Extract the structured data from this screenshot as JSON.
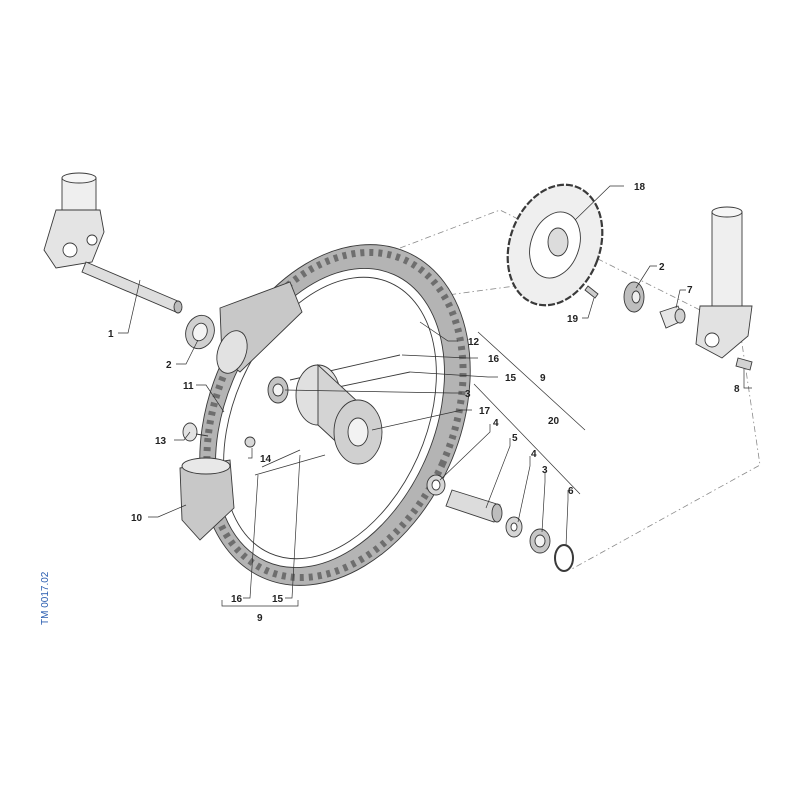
{
  "drawing": {
    "code": "TM 0017.02",
    "callouts": [
      {
        "id": "c1",
        "text": "1"
      },
      {
        "id": "c2a",
        "text": "2"
      },
      {
        "id": "c2b",
        "text": "2"
      },
      {
        "id": "c3a",
        "text": "3"
      },
      {
        "id": "c3b",
        "text": "3"
      },
      {
        "id": "c4a",
        "text": "4"
      },
      {
        "id": "c4b",
        "text": "4"
      },
      {
        "id": "c5",
        "text": "5"
      },
      {
        "id": "c6",
        "text": "6"
      },
      {
        "id": "c7",
        "text": "7"
      },
      {
        "id": "c8",
        "text": "8"
      },
      {
        "id": "c9a",
        "text": "9"
      },
      {
        "id": "c9b",
        "text": "9"
      },
      {
        "id": "c10",
        "text": "10"
      },
      {
        "id": "c11",
        "text": "11"
      },
      {
        "id": "c12",
        "text": "12"
      },
      {
        "id": "c13",
        "text": "13"
      },
      {
        "id": "c14",
        "text": "14"
      },
      {
        "id": "c15a",
        "text": "15"
      },
      {
        "id": "c15b",
        "text": "15"
      },
      {
        "id": "c16a",
        "text": "16"
      },
      {
        "id": "c16b",
        "text": "16"
      },
      {
        "id": "c17",
        "text": "17"
      },
      {
        "id": "c18",
        "text": "18"
      },
      {
        "id": "c19",
        "text": "19"
      },
      {
        "id": "c20",
        "text": "20"
      }
    ]
  }
}
